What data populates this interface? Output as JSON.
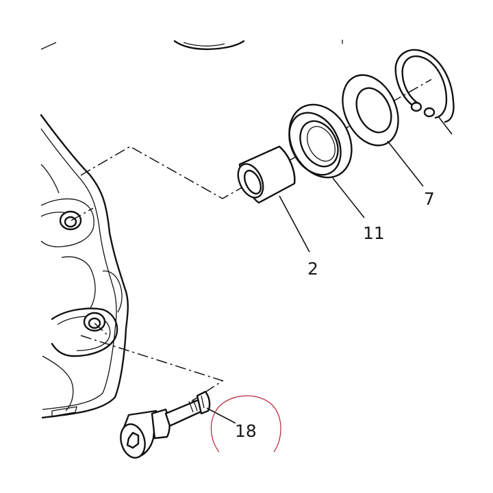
{
  "diagram": {
    "callouts": [
      {
        "id": "callout-2",
        "label": "2"
      },
      {
        "id": "callout-11",
        "label": "11"
      },
      {
        "id": "callout-7",
        "label": "7"
      },
      {
        "id": "callout-18",
        "label": "18"
      }
    ],
    "highlight_color": "#b51e32",
    "line_color": "#111111"
  }
}
